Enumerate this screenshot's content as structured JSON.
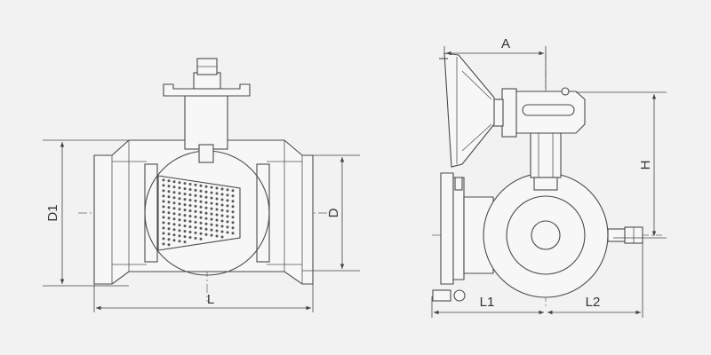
{
  "dimensions": {
    "front_view": {
      "D1": "D1",
      "D": "D",
      "L": "L"
    },
    "side_view": {
      "A": "A",
      "H": "H",
      "L1": "L1",
      "L2": "L2"
    }
  },
  "colors": {
    "background": "#f2f2f2",
    "line": "#4a4a4a"
  }
}
